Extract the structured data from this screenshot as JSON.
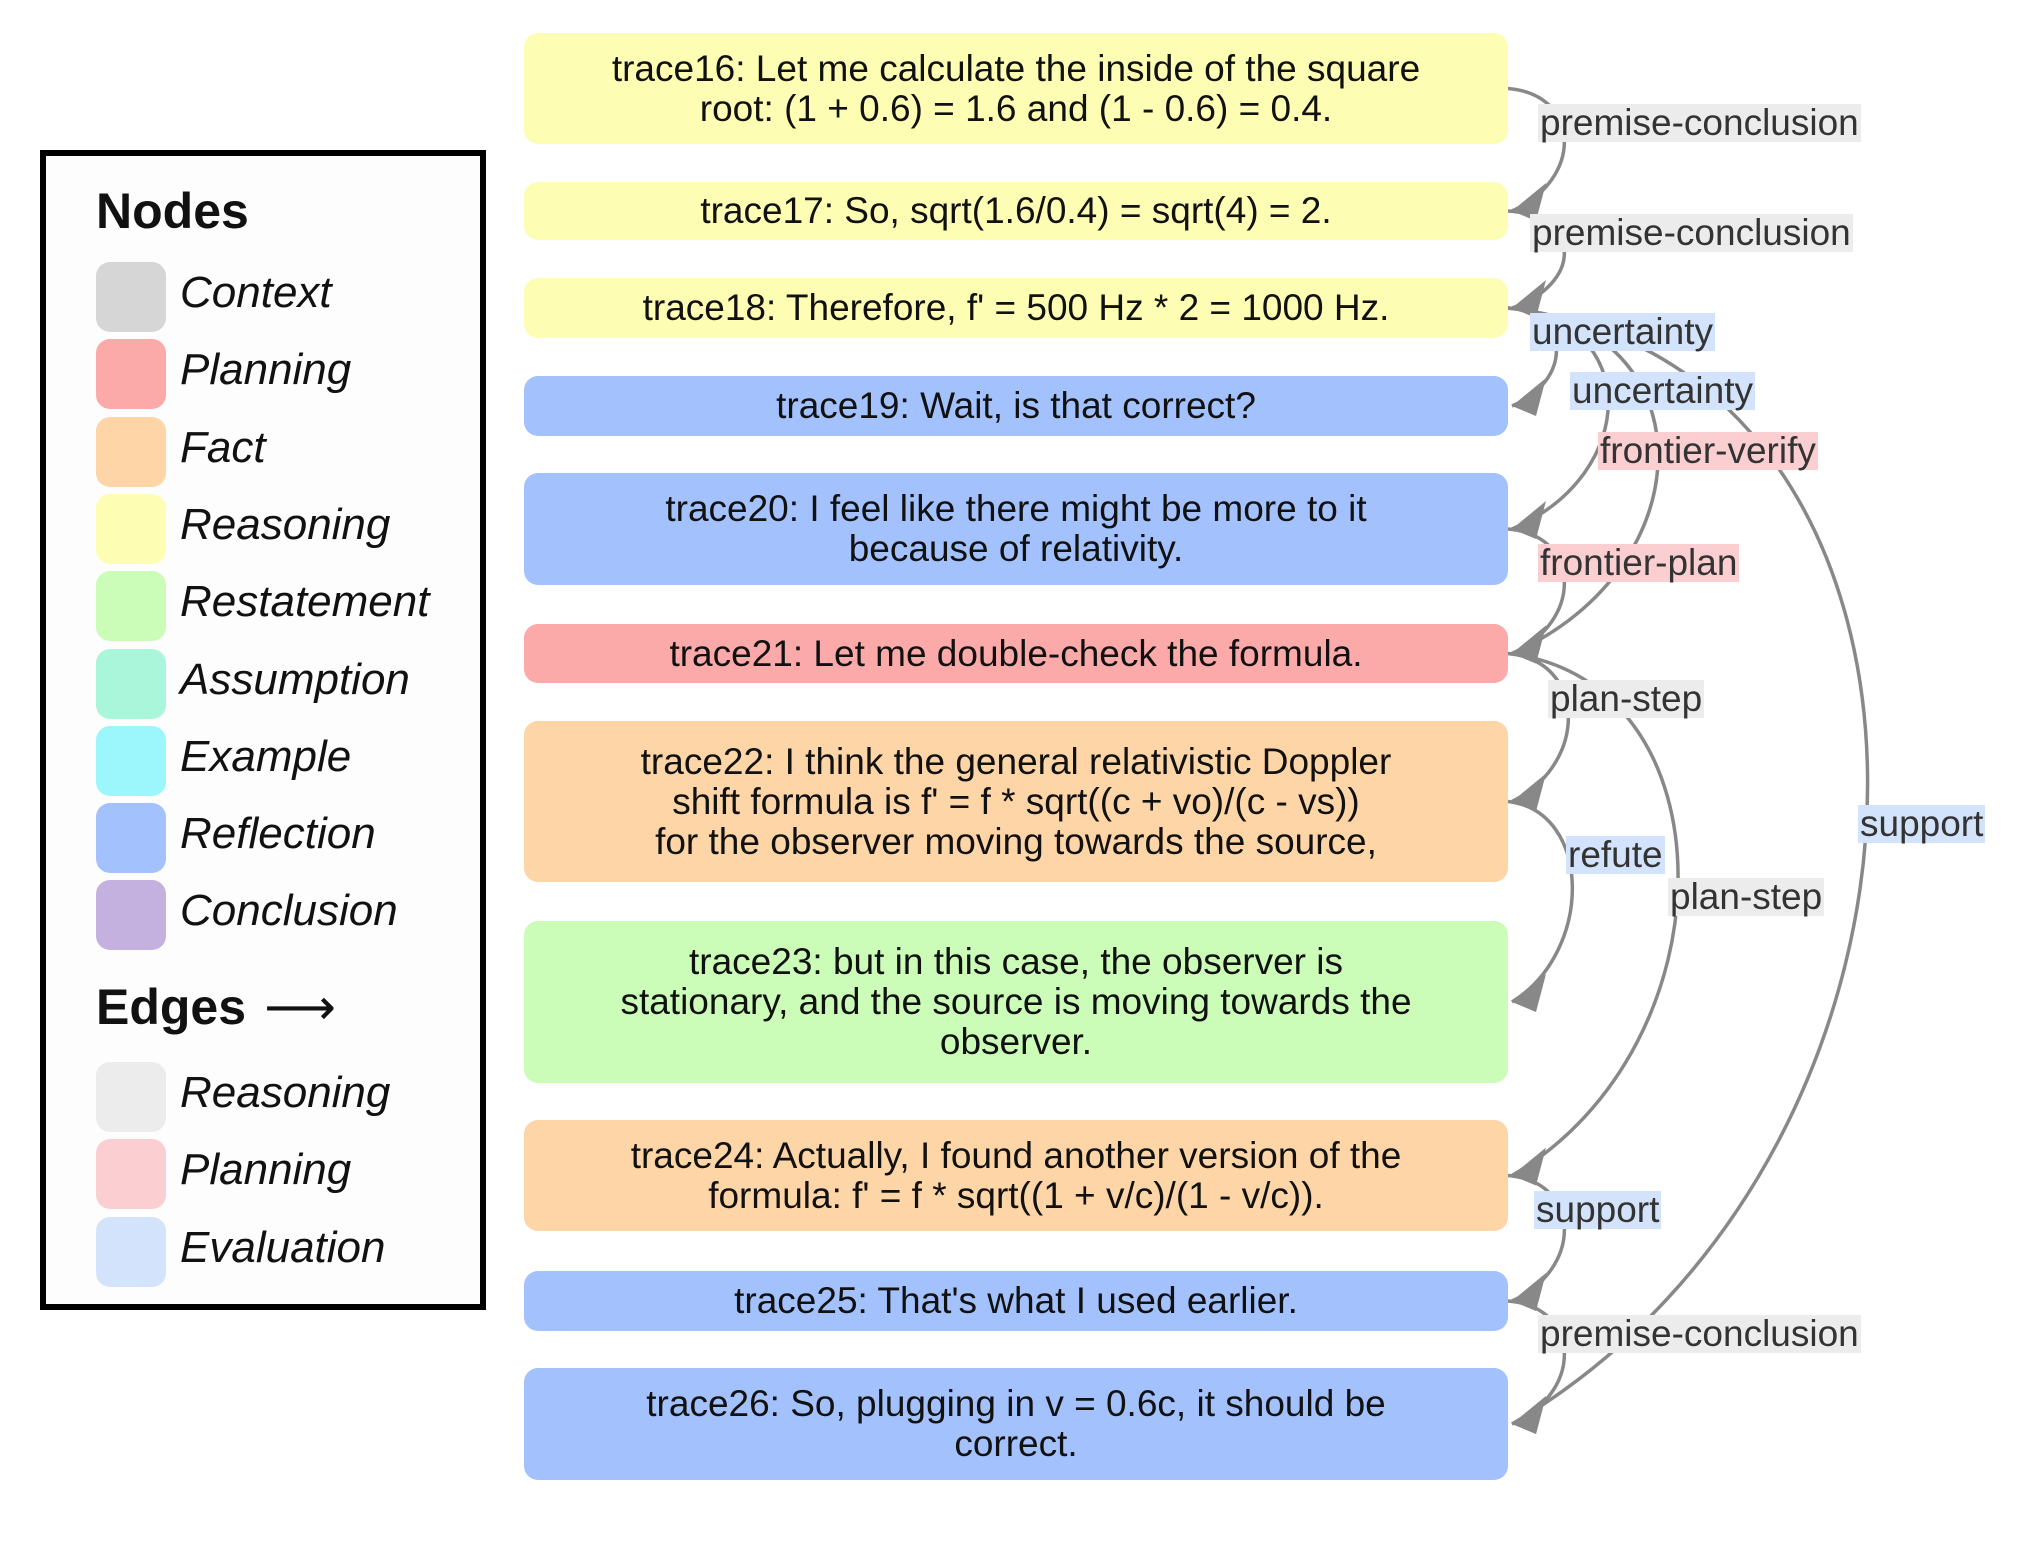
{
  "colors": {
    "node": {
      "Context": "#d6d6d6",
      "Planning": "#fca9a9",
      "Fact": "#fdd5a6",
      "Reasoning": "#fefdb4",
      "Restatement": "#cbfcb8",
      "Assumption": "#aaf6db",
      "Example": "#9bf7fb",
      "Reflection": "#a3c1fc",
      "Conclusion": "#c4b1e0"
    },
    "edge": {
      "Reasoning": "#ececec",
      "Planning": "#fbcfd2",
      "Evaluation": "#d2e3fb"
    },
    "arrow": "#888888"
  },
  "legend": {
    "nodes_title": "Nodes",
    "edges_title": "Edges",
    "edges_arrow": "⟶",
    "node_items": [
      {
        "label": "Context",
        "color": "#d6d6d6"
      },
      {
        "label": "Planning",
        "color": "#fca9a9"
      },
      {
        "label": "Fact",
        "color": "#fdd5a6"
      },
      {
        "label": "Reasoning",
        "color": "#fefdb4"
      },
      {
        "label": "Restatement",
        "color": "#cbfcb8"
      },
      {
        "label": "Assumption",
        "color": "#aaf6db"
      },
      {
        "label": "Example",
        "color": "#9bf7fb"
      },
      {
        "label": "Reflection",
        "color": "#a3c1fc"
      },
      {
        "label": "Conclusion",
        "color": "#c4b1e0"
      }
    ],
    "edge_items": [
      {
        "label": "Reasoning",
        "color": "#ececec"
      },
      {
        "label": "Planning",
        "color": "#fbcfd2"
      },
      {
        "label": "Evaluation",
        "color": "#d2e3fb"
      }
    ]
  },
  "nodes": [
    {
      "id": "trace16",
      "type": "Reasoning",
      "text": "trace16: Let me calculate the inside of the square\nroot: (1 + 0.6) = 1.6 and (1 - 0.6) = 0.4."
    },
    {
      "id": "trace17",
      "type": "Reasoning",
      "text": "trace17: So, sqrt(1.6/0.4) = sqrt(4) = 2."
    },
    {
      "id": "trace18",
      "type": "Reasoning",
      "text": "trace18: Therefore, f' = 500 Hz * 2 = 1000 Hz."
    },
    {
      "id": "trace19",
      "type": "Reflection",
      "text": "trace19: Wait, is that correct?"
    },
    {
      "id": "trace20",
      "type": "Reflection",
      "text": "trace20: I feel like there might be more to it\nbecause of relativity."
    },
    {
      "id": "trace21",
      "type": "Planning",
      "text": "trace21: Let me double-check the formula."
    },
    {
      "id": "trace22",
      "type": "Fact",
      "text": "trace22: I think the general relativistic Doppler\nshift formula is f' = f * sqrt((c + vo)/(c - vs))\nfor the observer moving towards the source,"
    },
    {
      "id": "trace23",
      "type": "Restatement",
      "text": "trace23: but in this case, the observer is\nstationary, and the source is moving towards the\nobserver."
    },
    {
      "id": "trace24",
      "type": "Fact",
      "text": "trace24: Actually, I found another version of the\nformula: f' = f * sqrt((1 + v/c)/(1 - v/c))."
    },
    {
      "id": "trace25",
      "type": "Reflection",
      "text": "trace25: That's what I used earlier."
    },
    {
      "id": "trace26",
      "type": "Reflection",
      "text": "trace26: So, plugging in v = 0.6c, it should be\ncorrect."
    }
  ],
  "edges": [
    {
      "from": "trace16",
      "to": "trace17",
      "label": "premise-conclusion",
      "category": "Reasoning"
    },
    {
      "from": "trace17",
      "to": "trace18",
      "label": "premise-conclusion",
      "category": "Reasoning"
    },
    {
      "from": "trace18",
      "to": "trace19",
      "label": "uncertainty",
      "category": "Evaluation"
    },
    {
      "from": "trace18",
      "to": "trace20",
      "label": "uncertainty",
      "category": "Evaluation"
    },
    {
      "from": "trace18",
      "to": "trace21",
      "label": "frontier-verify",
      "category": "Planning"
    },
    {
      "from": "trace20",
      "to": "trace21",
      "label": "frontier-plan",
      "category": "Planning"
    },
    {
      "from": "trace21",
      "to": "trace22",
      "label": "plan-step",
      "category": "Reasoning"
    },
    {
      "from": "trace22",
      "to": "trace23",
      "label": "refute",
      "category": "Evaluation"
    },
    {
      "from": "trace21",
      "to": "trace24",
      "label": "plan-step",
      "category": "Reasoning"
    },
    {
      "from": "trace18",
      "to": "trace26",
      "label": "support",
      "category": "Evaluation"
    },
    {
      "from": "trace24",
      "to": "trace25",
      "label": "support",
      "category": "Evaluation"
    },
    {
      "from": "trace25",
      "to": "trace26",
      "label": "premise-conclusion",
      "category": "Reasoning"
    }
  ]
}
